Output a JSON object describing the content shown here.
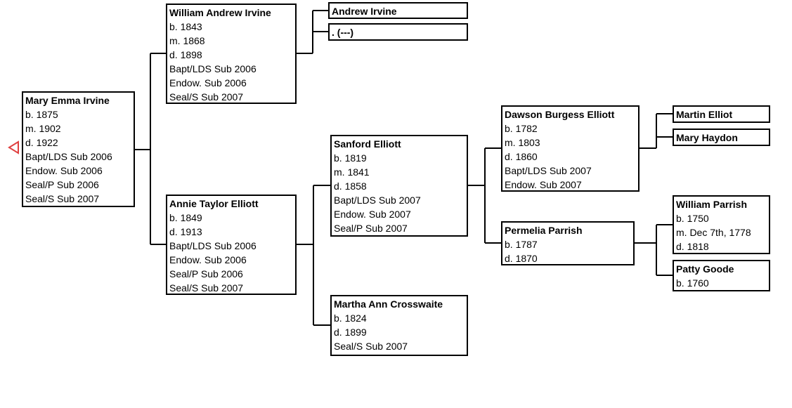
{
  "diagram": {
    "persons": [
      {
        "name": "Mary Emma Irvine",
        "details": [
          "b. 1875",
          "m. 1902",
          "d. 1922",
          "Bapt/LDS Sub 2006",
          "Endow. Sub 2006",
          "Seal/P Sub 2006",
          "Seal/S Sub 2007"
        ]
      },
      {
        "name": "William Andrew Irvine",
        "details": [
          "b. 1843",
          "m. 1868",
          "d. 1898",
          "Bapt/LDS Sub 2006",
          "Endow. Sub 2006",
          "Seal/S Sub 2007"
        ]
      },
      {
        "name": "Andrew Irvine",
        "details": []
      },
      {
        "name": ". (---)",
        "details": []
      },
      {
        "name": "Annie Taylor Elliott",
        "details": [
          "b. 1849",
          "d. 1913",
          "Bapt/LDS Sub 2006",
          "Endow. Sub 2006",
          "Seal/P Sub 2006",
          "Seal/S Sub 2007"
        ]
      },
      {
        "name": "Sanford Elliott",
        "details": [
          "b. 1819",
          "m. 1841",
          "d. 1858",
          "Bapt/LDS Sub 2007",
          "Endow. Sub 2007",
          "Seal/P Sub 2007"
        ]
      },
      {
        "name": "Martha Ann Crosswaite",
        "details": [
          "b. 1824",
          "d. 1899",
          "Seal/S Sub 2007"
        ]
      },
      {
        "name": "Dawson Burgess Elliott",
        "details": [
          "b. 1782",
          "m. 1803",
          "d. 1860",
          "Bapt/LDS Sub 2007",
          "Endow. Sub 2007"
        ]
      },
      {
        "name": "Martin Elliot",
        "details": []
      },
      {
        "name": "Mary Haydon",
        "details": []
      },
      {
        "name": "Permelia Parrish",
        "details": [
          "b. 1787",
          "d. 1870"
        ]
      },
      {
        "name": "William Parrish",
        "details": [
          "b. 1750",
          "m. Dec 7th, 1778",
          "d. 1818"
        ]
      },
      {
        "name": "Patty Goode",
        "details": [
          "b. 1760"
        ]
      }
    ],
    "colors": {
      "box_border": "#000000",
      "connector": "#000000",
      "nav_arrow": "#e04040"
    }
  }
}
